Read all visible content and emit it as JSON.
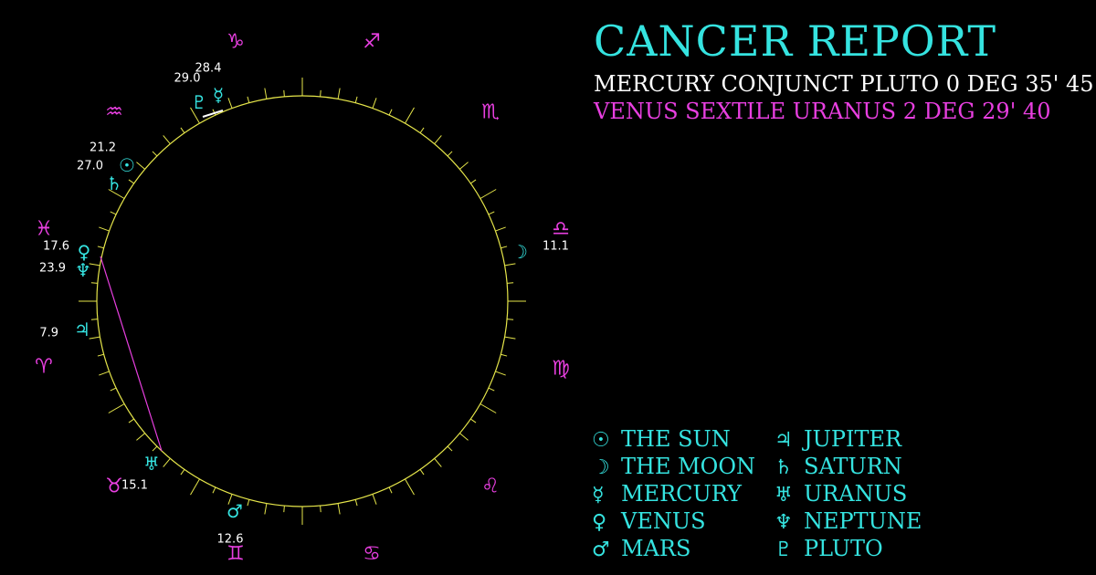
{
  "report": {
    "title": "CANCER REPORT",
    "aspect_1": "MERCURY CONJUNCT PLUTO 0 DEG 35' 45",
    "aspect_2": "VENUS SEXTILE URANUS 2 DEG 29' 40"
  },
  "colors": {
    "background": "#000000",
    "wheel": "#e6e64a",
    "planet": "#35e3e0",
    "sign": "#e83fe0",
    "aspect_line": "#e83fe0",
    "degree_label": "#ffffff"
  },
  "signs": [
    {
      "name": "capricorn",
      "glyph": "♑"
    },
    {
      "name": "sagittarius",
      "glyph": "♐"
    },
    {
      "name": "scorpio",
      "glyph": "♏"
    },
    {
      "name": "libra",
      "glyph": "♎"
    },
    {
      "name": "virgo",
      "glyph": "♍"
    },
    {
      "name": "leo",
      "glyph": "♌"
    },
    {
      "name": "cancer",
      "glyph": "♋"
    },
    {
      "name": "gemini",
      "glyph": "♊"
    },
    {
      "name": "taurus",
      "glyph": "♉"
    },
    {
      "name": "aries",
      "glyph": "♈"
    },
    {
      "name": "pisces",
      "glyph": "♓"
    },
    {
      "name": "aquarius",
      "glyph": "♒"
    }
  ],
  "planets": [
    {
      "name": "pluto",
      "glyph": "♇",
      "degree": "29.0"
    },
    {
      "name": "mercury",
      "glyph": "☿",
      "degree": "28.4"
    },
    {
      "name": "sun",
      "glyph": "☉",
      "degree": "21.2"
    },
    {
      "name": "saturn",
      "glyph": "♄",
      "degree": "27.0"
    },
    {
      "name": "venus",
      "glyph": "♀",
      "degree": "17.6"
    },
    {
      "name": "neptune",
      "glyph": "♆",
      "degree": "23.9"
    },
    {
      "name": "jupiter",
      "glyph": "♃",
      "degree": "7.9"
    },
    {
      "name": "moon",
      "glyph": "☽",
      "degree": "11.1"
    },
    {
      "name": "uranus",
      "glyph": "♅",
      "degree": "15.1"
    },
    {
      "name": "mars",
      "glyph": "♂",
      "degree": "12.6"
    }
  ],
  "legend": {
    "col1": [
      {
        "glyph": "☉",
        "label": "THE SUN"
      },
      {
        "glyph": "☽",
        "label": "THE MOON"
      },
      {
        "glyph": "☿",
        "label": "MERCURY"
      },
      {
        "glyph": "♀",
        "label": "VENUS"
      },
      {
        "glyph": "♂",
        "label": "MARS"
      }
    ],
    "col2": [
      {
        "glyph": "♃",
        "label": "JUPITER"
      },
      {
        "glyph": "♄",
        "label": "SATURN"
      },
      {
        "glyph": "♅",
        "label": "URANUS"
      },
      {
        "glyph": "♆",
        "label": "NEPTUNE"
      },
      {
        "glyph": "♇",
        "label": "PLUTO"
      }
    ]
  }
}
